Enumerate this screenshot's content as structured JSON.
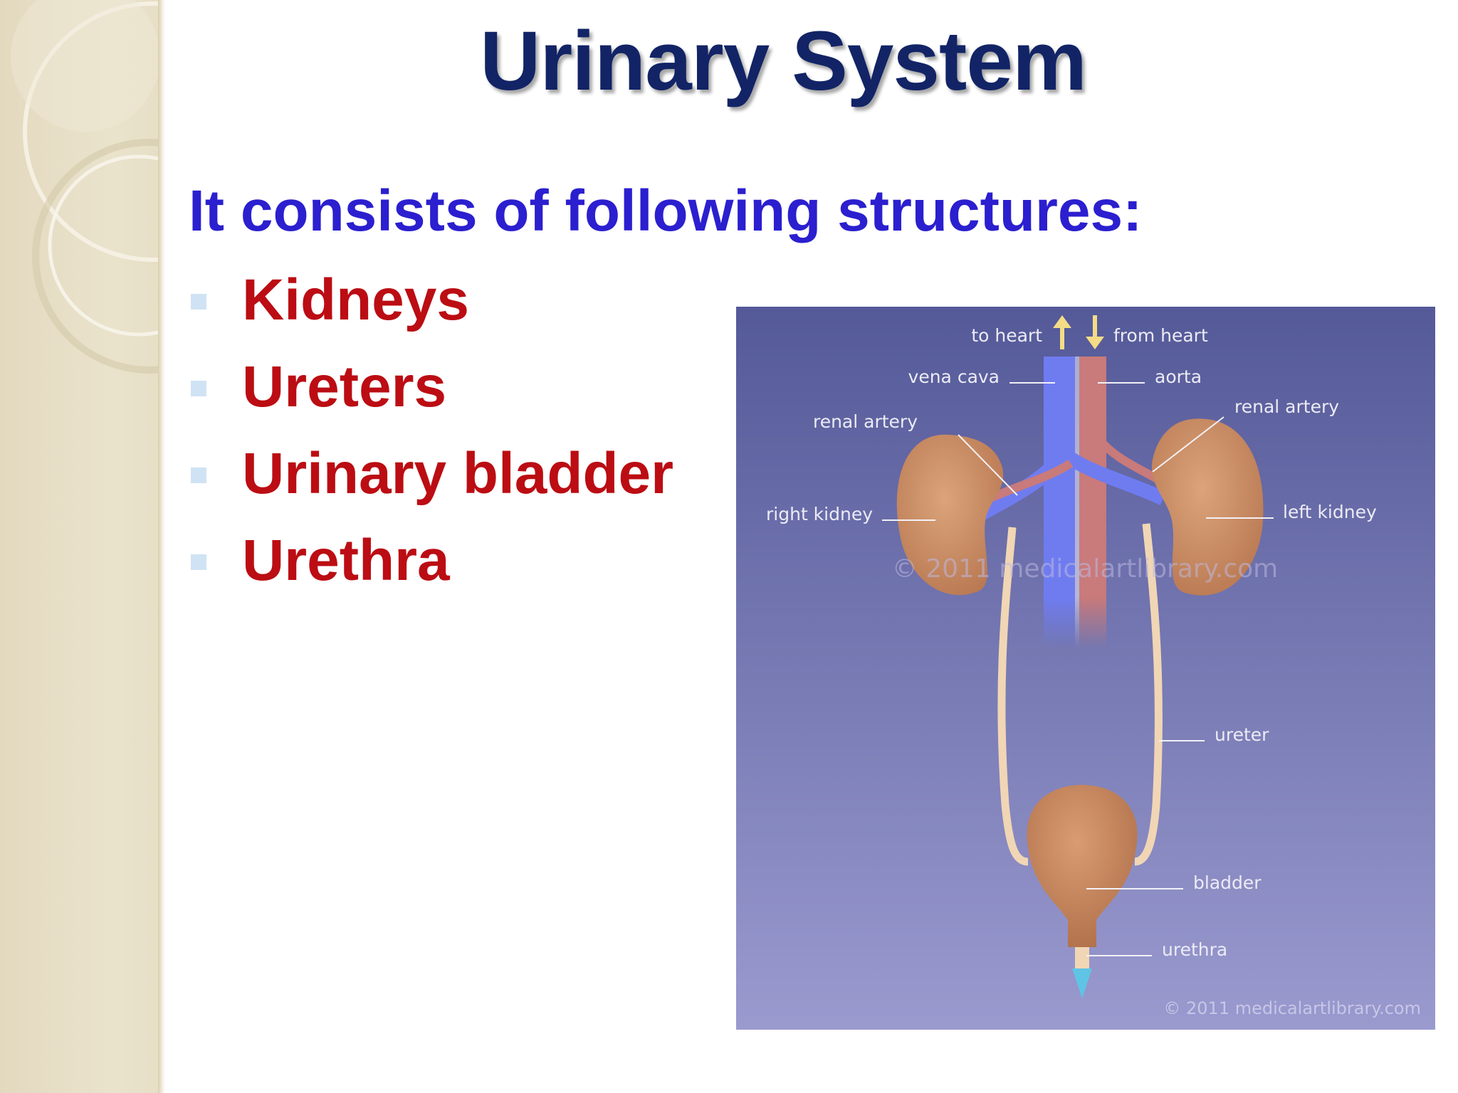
{
  "title": "Urinary  System",
  "intro": "It consists of following structures:",
  "structures": [
    "Kidneys",
    "Ureters",
    "Urinary bladder",
    "Urethra"
  ],
  "diagram": {
    "labels": {
      "to_heart": "to heart",
      "from_heart": "from heart",
      "vena_cava": "vena cava",
      "aorta": "aorta",
      "renal_artery_left": "renal artery",
      "renal_artery_right": "renal artery",
      "right_kidney": "right kidney",
      "left_kidney": "left kidney",
      "ureter": "ureter",
      "bladder": "bladder",
      "urethra": "urethra"
    },
    "watermark": "© 2011 medicalartlibrary.com",
    "credit": "© 2011 medicalartlibrary.com"
  },
  "colors": {
    "title": "#122466",
    "intro": "#2b1fcf",
    "list": "#bb0d13",
    "bullet": "#cfe3f4",
    "diagram_bg_top": "#545998",
    "diagram_bg_bottom": "#9a9acf",
    "kidney": "#c98a60",
    "vena_cava": "#6f7cf0",
    "aorta": "#c97a7a"
  }
}
